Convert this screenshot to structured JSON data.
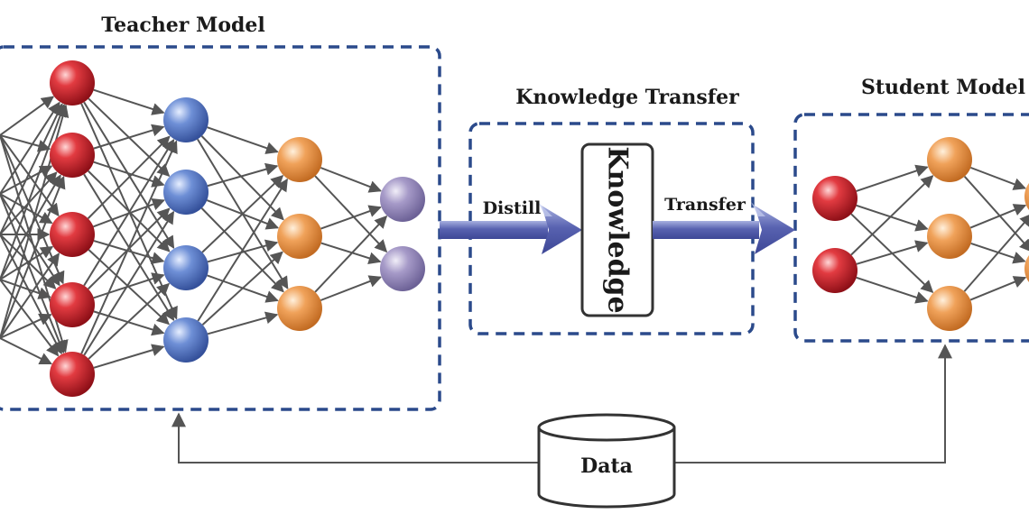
{
  "teacher": {
    "title": "Teacher Model",
    "layers": [
      {
        "count": 5,
        "color": "red"
      },
      {
        "count": 4,
        "color": "blue"
      },
      {
        "count": 3,
        "color": "orange"
      },
      {
        "count": 2,
        "color": "purple"
      }
    ]
  },
  "transfer": {
    "title": "Knowledge Transfer",
    "distill_label": "Distill",
    "transfer_label": "Transfer",
    "knowledge_label": "Knowledge"
  },
  "student": {
    "title": "Student Model",
    "layers": [
      {
        "count": 2,
        "color": "red"
      },
      {
        "count": 3,
        "color": "orange"
      },
      {
        "count": 2,
        "color": "orange"
      }
    ]
  },
  "data": {
    "label": "Data"
  },
  "colors": {
    "dashed_border": "#2b4a8b",
    "arrow_fill": "#4a56a6",
    "edge": "#555555",
    "red": "#c8202a",
    "blue": "#4f74c2",
    "orange": "#e58c3c",
    "purple": "#8c80b2"
  }
}
